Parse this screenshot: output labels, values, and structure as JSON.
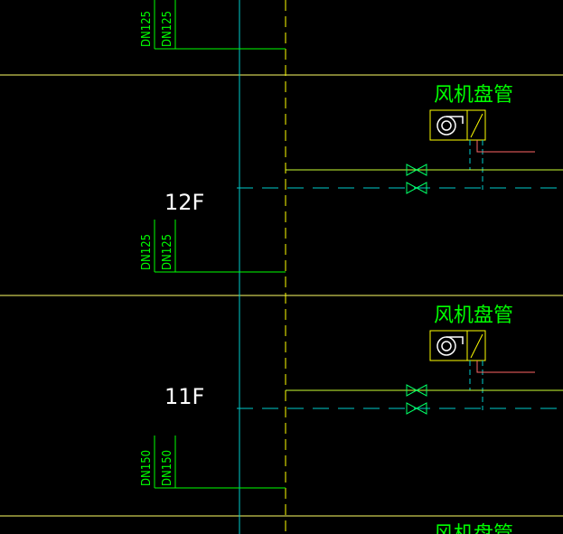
{
  "drawing": {
    "floors": [
      {
        "id": "upper",
        "label": "",
        "pipe_labels": [
          "DN125",
          "DN125"
        ],
        "fcu_label": ""
      },
      {
        "id": "12f",
        "label": "12F",
        "pipe_labels": [
          "DN125",
          "DN125"
        ],
        "fcu_label": "风机盘管"
      },
      {
        "id": "11f",
        "label": "11F",
        "pipe_labels": [
          "DN150",
          "DN150"
        ],
        "fcu_label": "风机盘管"
      },
      {
        "id": "lower",
        "label": "",
        "pipe_labels": [],
        "fcu_label": "风机盘管"
      }
    ],
    "colors": {
      "background": "#000000",
      "floor_line": "#ffff66",
      "riser_cyan": "#00cccc",
      "riser_yellow": "#ffff00",
      "pipe_green": "#00ff00",
      "pipe_yellow_green": "#ccff33",
      "return_pipe": "#00cccc",
      "valve": "#00ff66",
      "fcu_box": "#ffff00",
      "condensate": "#ff6666"
    }
  }
}
